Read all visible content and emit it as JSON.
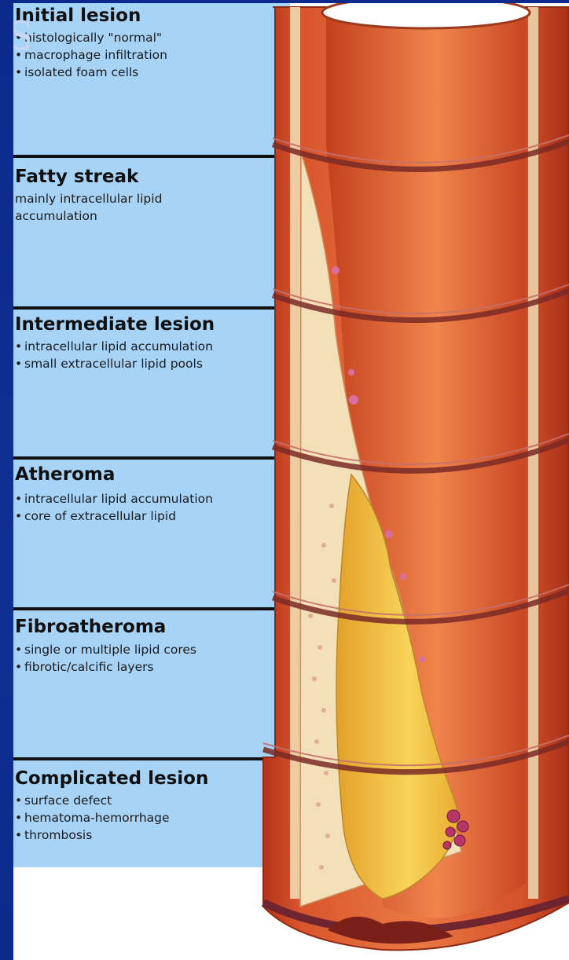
{
  "slide": {
    "title_fragment": "s",
    "colors": {
      "background": "#0d2a86",
      "stage_panel": "#a7d3f7",
      "artery_wall": "#d9542c",
      "lipid_core": "#f2c23c"
    }
  },
  "stages": [
    {
      "title": "Initial lesion",
      "items": [
        "histologically \"normal\"",
        "macrophage infiltration",
        "isolated foam cells"
      ],
      "bulleted": true
    },
    {
      "title": "Fatty streak",
      "items": [
        "mainly intracellular lipid",
        "accumulation"
      ],
      "bulleted": false
    },
    {
      "title": "Intermediate lesion",
      "items": [
        "intracellular lipid accumulation",
        "small extracellular lipid pools"
      ],
      "bulleted": true
    },
    {
      "title": "Atheroma",
      "items": [
        "intracellular lipid accumulation",
        "core of extracellular lipid"
      ],
      "bulleted": true
    },
    {
      "title": "Fibroatheroma",
      "items": [
        "single or multiple lipid cores",
        "fibrotic/calcific layers"
      ],
      "bulleted": true
    },
    {
      "title": "Complicated lesion",
      "items": [
        "surface defect",
        "hematoma-hemorrhage",
        "thrombosis"
      ],
      "bulleted": true
    }
  ]
}
